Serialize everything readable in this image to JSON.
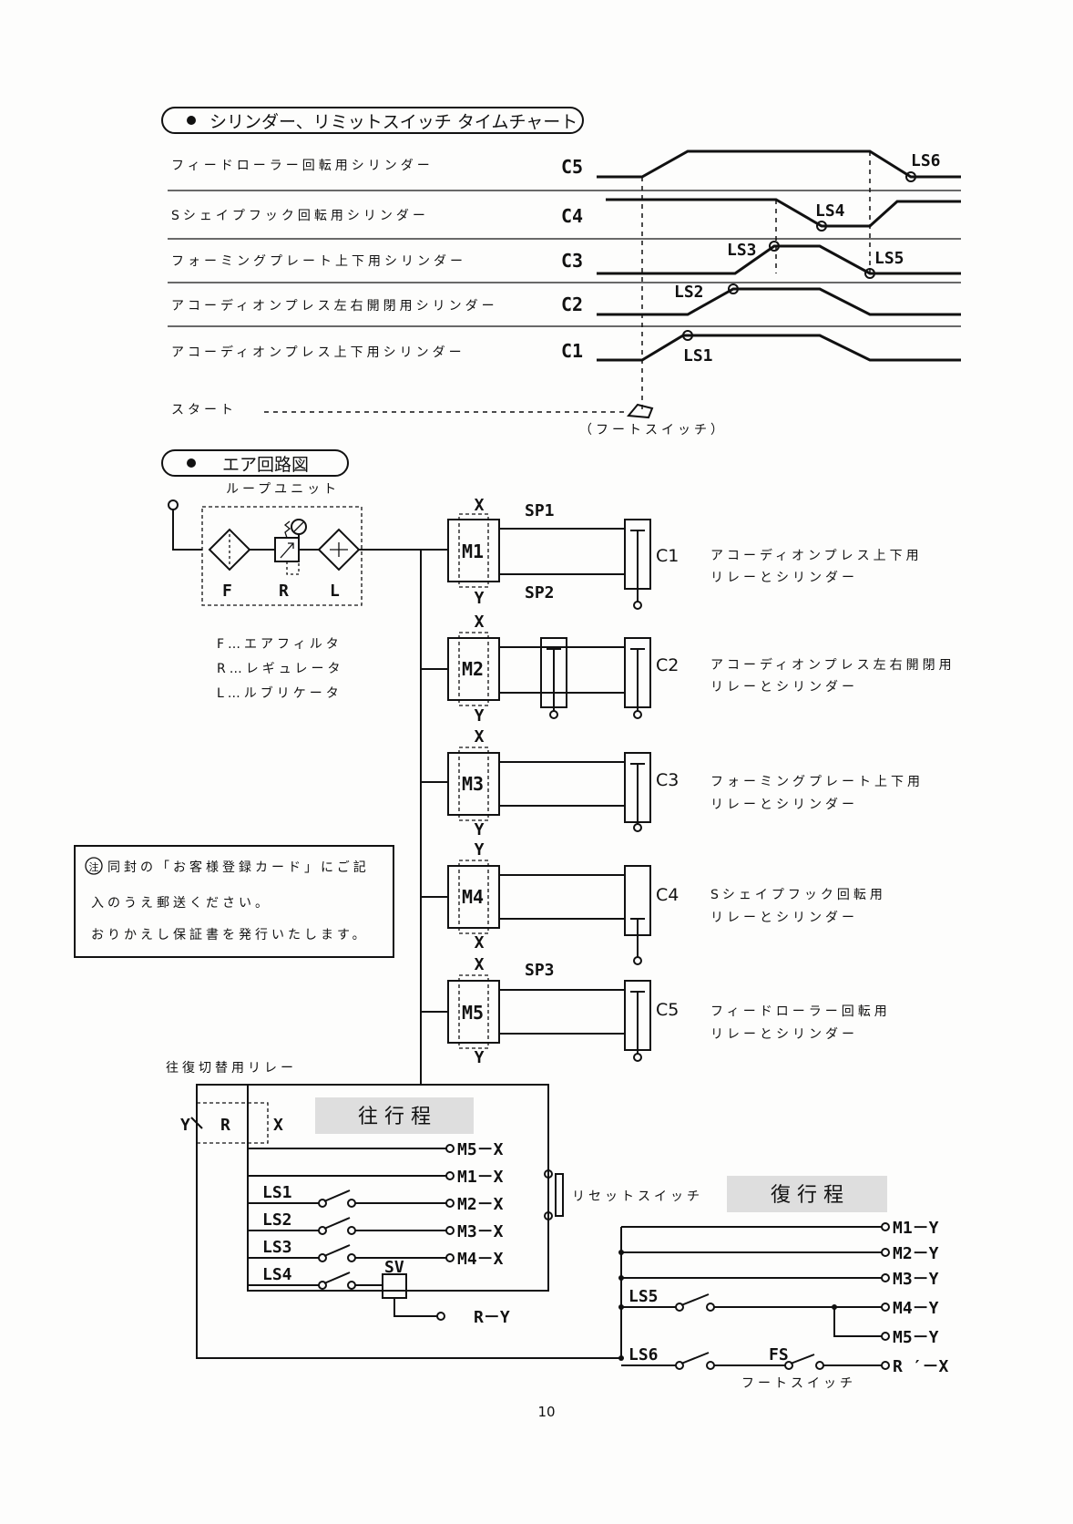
{
  "timing_chart": {
    "heading": "シリンダー、リミットスイッチ タイムチャート",
    "rows": [
      {
        "desc": "フィードローラー回転用シリンダー",
        "code": "C5"
      },
      {
        "desc": "Sシェイプフック回転用シリンダー",
        "code": "C4"
      },
      {
        "desc": "フォーミングプレート上下用シリンダー",
        "code": "C3"
      },
      {
        "desc": "アコーディオンプレス左右開閉用シリンダー",
        "code": "C2"
      },
      {
        "desc": "アコーディオンプレス上下用シリンダー",
        "code": "C1"
      }
    ],
    "limit_switches": [
      "LS6",
      "LS4",
      "LS3",
      "LS5",
      "LS2",
      "LS1"
    ],
    "start_label": "スタート",
    "foot_switch_label": "（フートスイッチ）"
  },
  "air_circuit": {
    "heading": "エア回路図",
    "unit_title": "ループユニット",
    "unit_letters": [
      "F",
      "R",
      "L"
    ],
    "legend": [
      "F…エアフィルタ",
      "R…レギュレータ",
      "L…ルブリケータ"
    ],
    "valves": [
      {
        "id": "M1",
        "top": "X",
        "bottom": "Y",
        "sp_top": "SP1",
        "sp_bottom": "SP2",
        "cyl": "C1",
        "desc1": "アコーディオンプレス上下用",
        "desc2": "リレーとシリンダー"
      },
      {
        "id": "M2",
        "top": "X",
        "bottom": "Y",
        "cyl": "C2",
        "desc1": "アコーディオンプレス左右開閉用",
        "desc2": "リレーとシリンダー"
      },
      {
        "id": "M3",
        "top": "X",
        "bottom": "Y",
        "cyl": "C3",
        "desc1": "フォーミングプレート上下用",
        "desc2": "リレーとシリンダー"
      },
      {
        "id": "M4",
        "top": "Y",
        "bottom": "X",
        "cyl": "C4",
        "desc1": "Sシェイプフック回転用",
        "desc2": "リレーとシリンダー"
      },
      {
        "id": "M5",
        "top": "X",
        "bottom": "Y",
        "sp_top": "SP3",
        "cyl": "C5",
        "desc1": "フィードローラー回転用",
        "desc2": "リレーとシリンダー"
      }
    ]
  },
  "note": {
    "mark": "注",
    "lines": [
      "同封の「お客様登録カード」にご記",
      "入のうえ郵送ください。",
      "おりかえし保証書を発行いたします。"
    ]
  },
  "relay": {
    "title": "往復切替用リレー",
    "left": "Y",
    "name": "R",
    "right": "X",
    "forward_heading": "往 行 程",
    "return_heading": "復 行 程",
    "reset_label": "リセットスイッチ",
    "sv_label": "SV",
    "forward_outputs": [
      "M5－X",
      "M1－X",
      "M2－X",
      "M3－X",
      "M4－X",
      "R－Y"
    ],
    "forward_switches": [
      "LS1",
      "LS2",
      "LS3",
      "LS4"
    ],
    "return_outputs": [
      "M1－Y",
      "M2－Y",
      "M3－Y",
      "M4－Y",
      "M5－Y",
      "R ′－X"
    ],
    "return_switches": [
      "LS5",
      "LS6"
    ],
    "fs_label": "FS",
    "fs_caption": "フートスイッチ"
  },
  "page_number": "10"
}
